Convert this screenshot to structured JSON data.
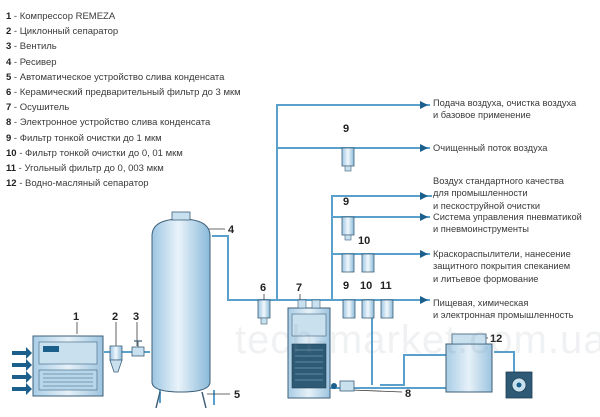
{
  "legend": [
    {
      "num": "1",
      "text": " - Компрессор REMEZA"
    },
    {
      "num": "2",
      "text": " - Циклонный сепаратор"
    },
    {
      "num": "3",
      "text": " - Вентиль"
    },
    {
      "num": "4",
      "text": " - Ресивер"
    },
    {
      "num": "5",
      "text": " - Автоматическое устройство слива конденсата"
    },
    {
      "num": "6",
      "text": " - Керамический предварительный фильтр до 3 мкм"
    },
    {
      "num": "7",
      "text": " - Осушитель"
    },
    {
      "num": "8",
      "text": " - Электронное устройство слива конденсата"
    },
    {
      "num": "9",
      "text": " - Фильтр тонкой очистки до 1 мкм"
    },
    {
      "num": "10",
      "text": " - Фильтр тонкой очистки до 0, 01 мкм"
    },
    {
      "num": "11",
      "text": " - Угольный фильтр до 0, 003 мкм"
    },
    {
      "num": "12",
      "text": " - Водно-масляный сепаратор"
    }
  ],
  "outputs": {
    "o1": [
      "Подача воздуха, очистка воздуха",
      "и базовое применение"
    ],
    "o2": [
      "Очищенный поток воздуха"
    ],
    "o3": [
      "Воздух стандартного качества",
      "для промышленности",
      "и пескоструйной очистки"
    ],
    "o4": [
      "Система управления пневматикой",
      "и пневмоинструменты"
    ],
    "o5": [
      "Краскораспылители, нанесение",
      "защитного покрытия спеканием",
      "и литьевое формование"
    ],
    "o6": [
      "Пищевая, химическая",
      "и электронная промышленность"
    ]
  },
  "callouts": {
    "c1": "1",
    "c2": "2",
    "c3": "3",
    "c4": "4",
    "c5": "5",
    "c6": "6",
    "c7": "7",
    "c8": "8",
    "c9a": "9",
    "c9b": "9",
    "c9c": "9",
    "c10a": "10",
    "c10b": "10",
    "c11": "11",
    "c12": "12"
  },
  "watermark": "tech-market.com.ua",
  "colors": {
    "pipe": "#5aa0cc",
    "equipment": "#dceaf3",
    "equipment_dark": "#3d5f78",
    "label": "#3a3a3a",
    "accent": "#1b5f8c"
  }
}
